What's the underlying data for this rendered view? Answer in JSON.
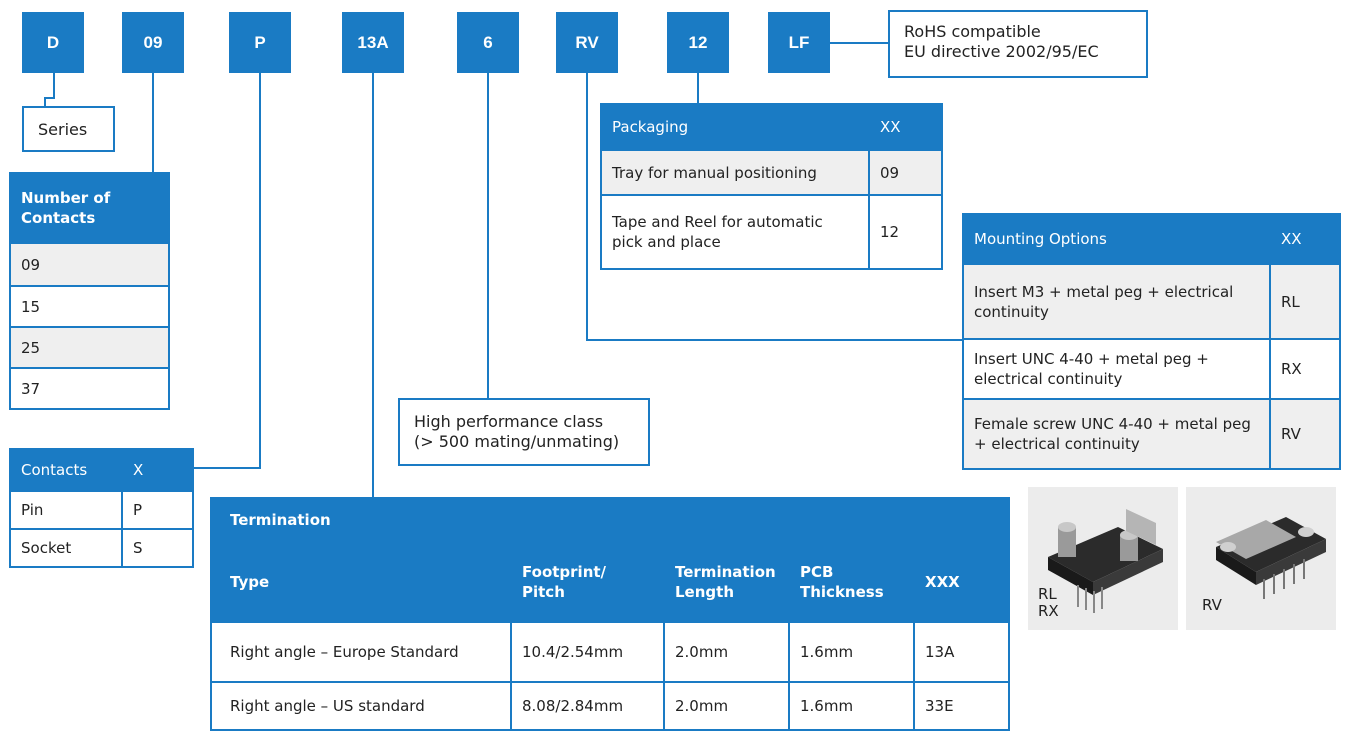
{
  "codes": [
    "D",
    "09",
    "P",
    "13A",
    "6",
    "RV",
    "12",
    "LF"
  ],
  "rohs": {
    "line1": "RoHS compatible",
    "line2": "EU directive 2002/95/EC"
  },
  "series": {
    "label": "Series"
  },
  "contacts_count": {
    "header": "Number of Contacts",
    "rows": [
      "09",
      "15",
      "25",
      "37"
    ]
  },
  "contacts_type": {
    "header": [
      "Contacts",
      "X"
    ],
    "rows": [
      [
        "Pin",
        "P"
      ],
      [
        "Socket",
        "S"
      ]
    ]
  },
  "performance": {
    "line1": "High performance class",
    "line2": "(> 500 mating/unmating)"
  },
  "packaging": {
    "header": [
      "Packaging",
      "XX"
    ],
    "rows": [
      [
        "Tray for manual positioning",
        "09"
      ],
      [
        "Tape and Reel for automatic pick and place",
        "12"
      ]
    ]
  },
  "mounting": {
    "header": [
      "Mounting Options",
      "XX"
    ],
    "rows": [
      [
        "Insert M3 + metal peg + electrical continuity",
        "RL"
      ],
      [
        "Insert UNC 4-40 + metal peg + electrical continuity",
        "RX"
      ],
      [
        "Female screw UNC 4-40 + metal peg + electrical continuity",
        "RV"
      ]
    ]
  },
  "termination": {
    "title": "Termination",
    "columns": [
      "Type",
      "Footprint/ Pitch",
      "Termination Length",
      "PCB Thickness",
      "XXX"
    ],
    "rows": [
      [
        "Right angle – Europe Standard",
        "10.4/2.54mm",
        "2.0mm",
        "1.6mm",
        "13A"
      ],
      [
        "Right angle – US standard",
        "8.08/2.84mm",
        "2.0mm",
        "1.6mm",
        "33E"
      ]
    ]
  },
  "photos": [
    {
      "label_line1": "RL",
      "label_line2": "RX"
    },
    {
      "label_line1": "RV",
      "label_line2": ""
    }
  ],
  "colors": {
    "accent": "#1a7bc4",
    "shade": "#efefef"
  }
}
